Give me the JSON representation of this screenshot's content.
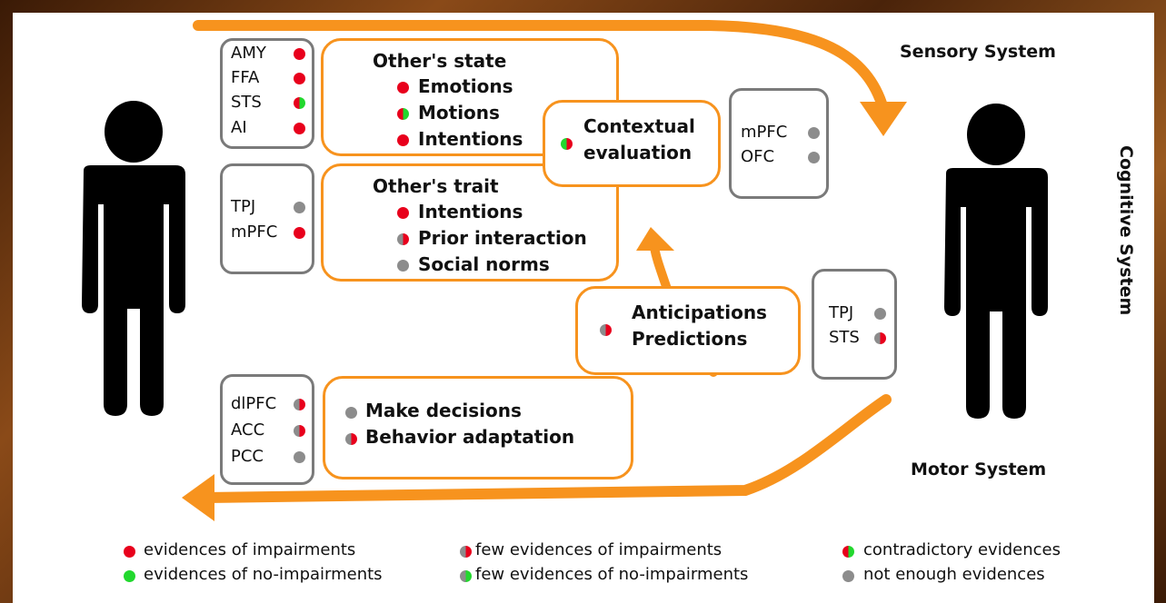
{
  "colors": {
    "accent": "#f7931e",
    "red": "#e8001c",
    "green": "#22d82e",
    "gray": "#8c8c8c",
    "region_border": "#7a7a7a"
  },
  "systems": {
    "sensory": "Sensory System",
    "cognitive": "Cognitive System",
    "motor": "Motor System"
  },
  "regions": {
    "state": [
      {
        "label": "AMY",
        "evidence": "red"
      },
      {
        "label": "FFA",
        "evidence": "red"
      },
      {
        "label": "STS",
        "evidence": "red-green"
      },
      {
        "label": "AI",
        "evidence": "red"
      }
    ],
    "trait": [
      {
        "label": "TPJ",
        "evidence": "gray"
      },
      {
        "label": "mPFC",
        "evidence": "red"
      }
    ],
    "context": [
      {
        "label": "mPFC",
        "evidence": "gray"
      },
      {
        "label": "OFC",
        "evidence": "gray"
      }
    ],
    "anticipation": [
      {
        "label": "TPJ",
        "evidence": "gray"
      },
      {
        "label": "STS",
        "evidence": "gray-red"
      }
    ],
    "decision": [
      {
        "label": "dlPFC",
        "evidence": "gray-red"
      },
      {
        "label": "ACC",
        "evidence": "gray-red"
      },
      {
        "label": "PCC",
        "evidence": "gray"
      }
    ]
  },
  "concepts": {
    "state": {
      "title": "Other's state",
      "items": [
        {
          "label": "Emotions",
          "evidence": "red"
        },
        {
          "label": "Motions",
          "evidence": "red-green"
        },
        {
          "label": "Intentions",
          "evidence": "red"
        }
      ]
    },
    "trait": {
      "title": "Other's trait",
      "items": [
        {
          "label": "Intentions",
          "evidence": "red"
        },
        {
          "label": "Prior interaction",
          "evidence": "gray-red"
        },
        {
          "label": "Social norms",
          "evidence": "gray"
        }
      ]
    },
    "context": {
      "line1": "Contextual",
      "line2": "evaluation",
      "evidence": "green-red"
    },
    "anticipation": {
      "line1": "Anticipations",
      "line2": "Predictions",
      "evidence": "gray-red"
    },
    "decision": {
      "items": [
        {
          "label": "Make decisions",
          "evidence": "gray"
        },
        {
          "label": "Behavior adaptation",
          "evidence": "gray-red"
        }
      ]
    }
  },
  "legend": [
    {
      "label": "evidences of impairments",
      "evidence": "red"
    },
    {
      "label": "few evidences of impairments",
      "evidence": "gray-red"
    },
    {
      "label": "contradictory evidences",
      "evidence": "red-green"
    },
    {
      "label": "evidences of no-impairments",
      "evidence": "green"
    },
    {
      "label": "few evidences of no-impairments",
      "evidence": "gray-green"
    },
    {
      "label": "not enough evidences",
      "evidence": "gray"
    }
  ],
  "icons": {
    "person_left": "person-silhouette-icon",
    "person_right": "person-silhouette-icon"
  }
}
